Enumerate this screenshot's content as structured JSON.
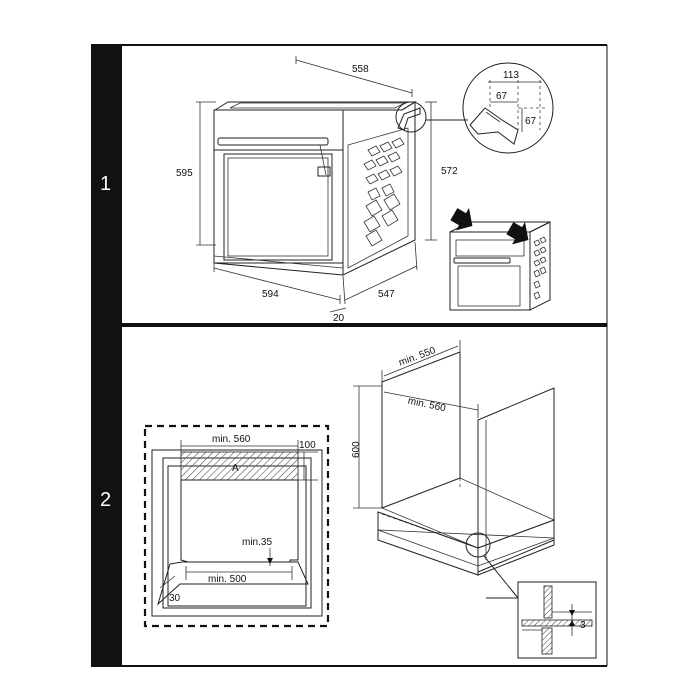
{
  "panel1": {
    "step": "1",
    "dims": {
      "width_top": "558",
      "height_front": "595",
      "height_side": "572",
      "width_front": "594",
      "depth": "547",
      "door": "20",
      "detail_total": "113",
      "detail_h": "67",
      "detail_v": "67"
    }
  },
  "panel2": {
    "step": "2",
    "front": {
      "width": "min. 560",
      "top": "100",
      "area": "A",
      "gap": "min.35",
      "bottom": "min. 500",
      "corner": "30"
    },
    "iso": {
      "depth": "min. 550",
      "width": "min. 560",
      "height": "600",
      "detail": "3"
    }
  },
  "colors": {
    "band": "#111111",
    "line": "#222222",
    "hatch": "#555555"
  }
}
